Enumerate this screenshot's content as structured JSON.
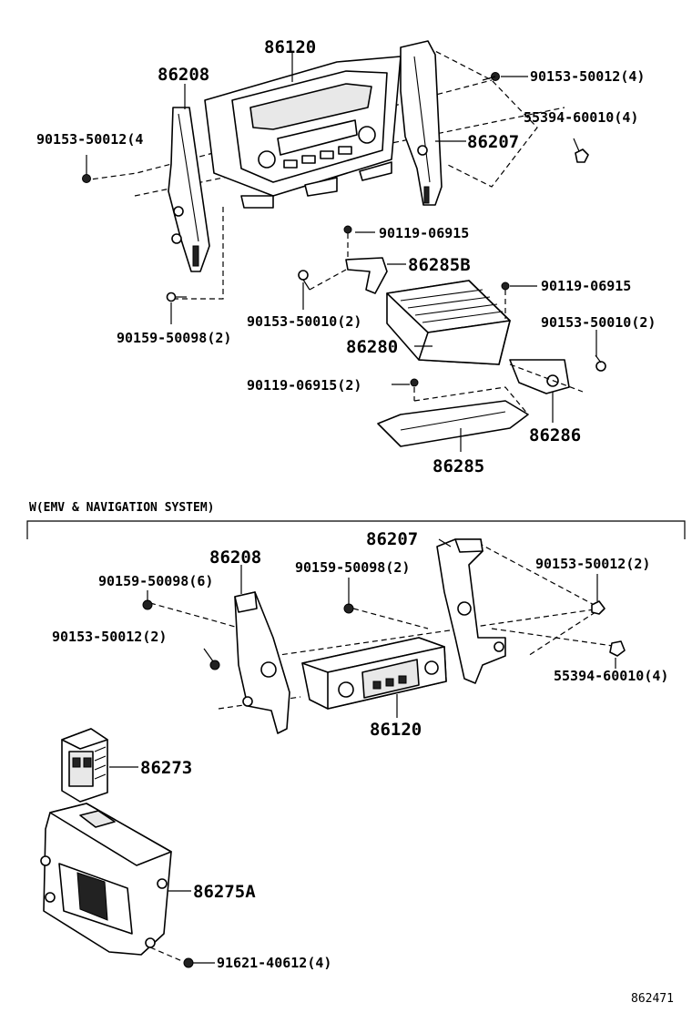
{
  "diagram": {
    "section_label": "W(EMV & NAVIGATION SYSTEM)",
    "reference_code": "862471"
  },
  "upper": {
    "p86120": "86120",
    "p86208": "86208",
    "p86207": "86207",
    "bolt_tr": "90153-50012(4)",
    "nut_tr": "55394-60010(4)",
    "bolt_l": "90153-50012(4",
    "screw_86285b": "90119-06915",
    "p86285b": "86285B",
    "screw_right": "90119-06915",
    "bolt_left_amp": "90153-50010(2)",
    "bolt_right_amp": "90153-50010(2)",
    "p86280": "86280",
    "screw_bottom": "90119-06915(2)",
    "p86286": "86286",
    "p86285": "86285",
    "screw_bracket": "90159-50098(2)"
  },
  "lower": {
    "p86207": "86207",
    "p86208": "86208",
    "screw_left": "90159-50098(6)",
    "screw_center": "90159-50098(2)",
    "bolt_right": "90153-50012(2)",
    "bolt_left": "90153-50012(2)",
    "nut_right": "55394-60010(4)",
    "p86120": "86120",
    "p86273": "86273",
    "p86275a": "86275A",
    "bolt_ecu": "91621-40612(4)"
  }
}
